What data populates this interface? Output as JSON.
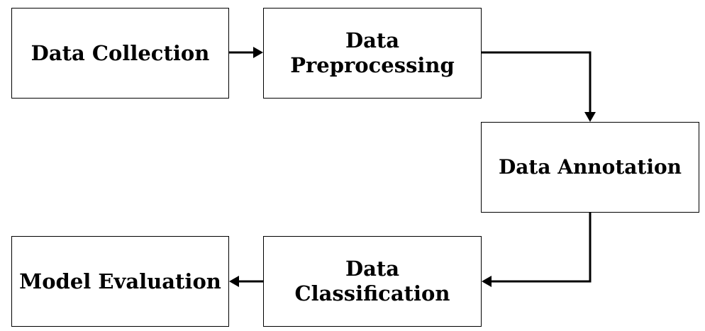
{
  "nodes": {
    "collection": {
      "lines": [
        "Data Collection"
      ]
    },
    "preprocessing": {
      "lines": [
        "Data",
        "Preprocessing"
      ]
    },
    "annotation": {
      "lines": [
        "Data Annotation"
      ]
    },
    "classification": {
      "lines": [
        "Data",
        "Classification"
      ]
    },
    "evaluation": {
      "lines": [
        "Model Evaluation"
      ]
    }
  },
  "edges": [
    {
      "from": "collection",
      "to": "preprocessing"
    },
    {
      "from": "preprocessing",
      "to": "annotation"
    },
    {
      "from": "annotation",
      "to": "classification"
    },
    {
      "from": "classification",
      "to": "evaluation"
    }
  ],
  "colors": {
    "stroke": "#000000",
    "text": "#000000",
    "background": "#ffffff"
  }
}
